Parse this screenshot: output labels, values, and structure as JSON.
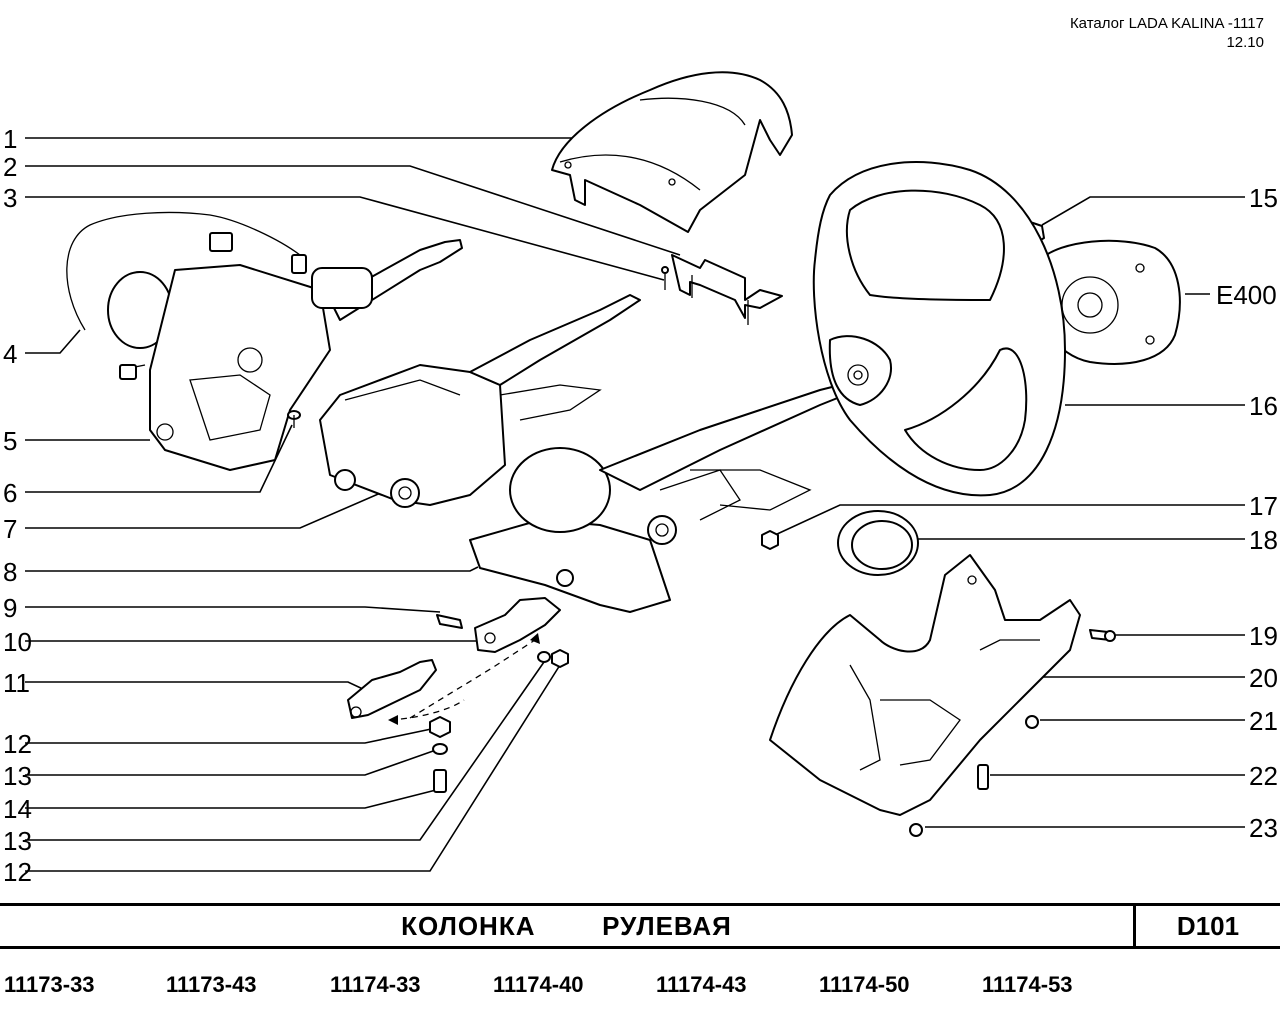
{
  "header": {
    "catalog": "Каталог LADA KALINA -1117",
    "date": "12.10"
  },
  "title": "КОЛОНКА   РУЛЕВАЯ",
  "sheet_code": "D101",
  "models": [
    "11173-33",
    "11173-43",
    "11174-33",
    "11174-40",
    "11174-43",
    "11174-50",
    "11174-53"
  ],
  "callouts_left": [
    "1",
    "2",
    "3",
    "4",
    "5",
    "6",
    "7",
    "8",
    "9",
    "10",
    "11",
    "12",
    "13",
    "14",
    "13",
    "12"
  ],
  "callouts_right": [
    "15",
    "E400",
    "16",
    "17",
    "18",
    "19",
    "20",
    "21",
    "22",
    "23"
  ]
}
